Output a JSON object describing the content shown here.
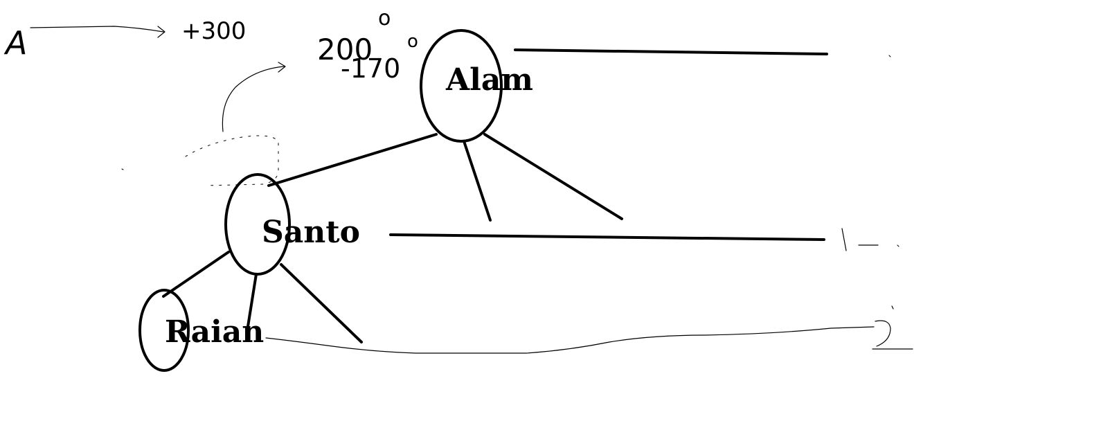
{
  "nodes": {
    "root": {
      "label": "Alam"
    },
    "middle": {
      "label": "Santo"
    },
    "leaf": {
      "label": "Raian"
    }
  },
  "annotations": {
    "letter": "A",
    "value": "+300",
    "angle": "200",
    "angle_mark": "o",
    "offset": "-170",
    "offset_mark": "o"
  }
}
